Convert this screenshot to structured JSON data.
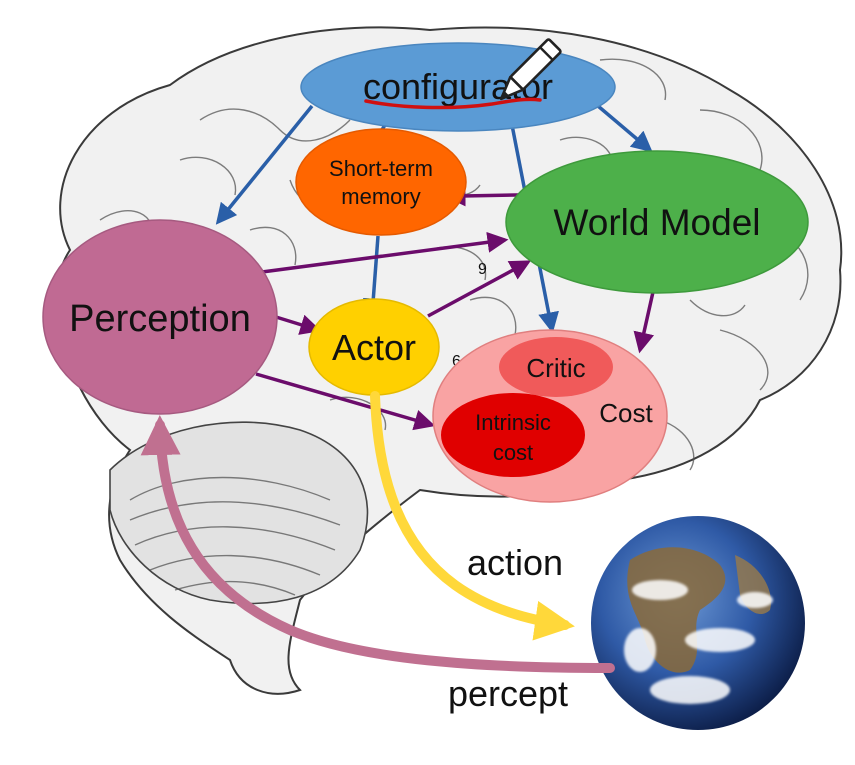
{
  "nodes": {
    "configurator": "configurator",
    "short_term_memory": [
      "Short-term",
      "memory"
    ],
    "world_model": "World Model",
    "perception": "Perception",
    "actor": "Actor",
    "cost": "Cost",
    "critic": "Critic",
    "intrinsic_cost": [
      "Intrinsic",
      "cost"
    ]
  },
  "labels": {
    "action": "action",
    "percept": "percept",
    "brain_mark_1": "9",
    "brain_mark_2": "6"
  },
  "colors": {
    "configurator": "#5b9bd5",
    "short_term_memory": "#ff6600",
    "world_model": "#4db04a",
    "perception": "#c06a93",
    "actor": "#ffd000",
    "cost": "#f9a3a3",
    "critic": "#f05a5a",
    "intrinsic_cost": "#e00000",
    "config_arrows": "#2a5fa8",
    "data_arrows": "#6b0c6b",
    "action_arrow": "#ffd83a",
    "percept_arrow": "#c07090",
    "pen_underline": "#d01010"
  },
  "icons": {
    "brain": "brain-illustration",
    "earth": "earth-globe-icon",
    "pen": "pencil-icon"
  }
}
